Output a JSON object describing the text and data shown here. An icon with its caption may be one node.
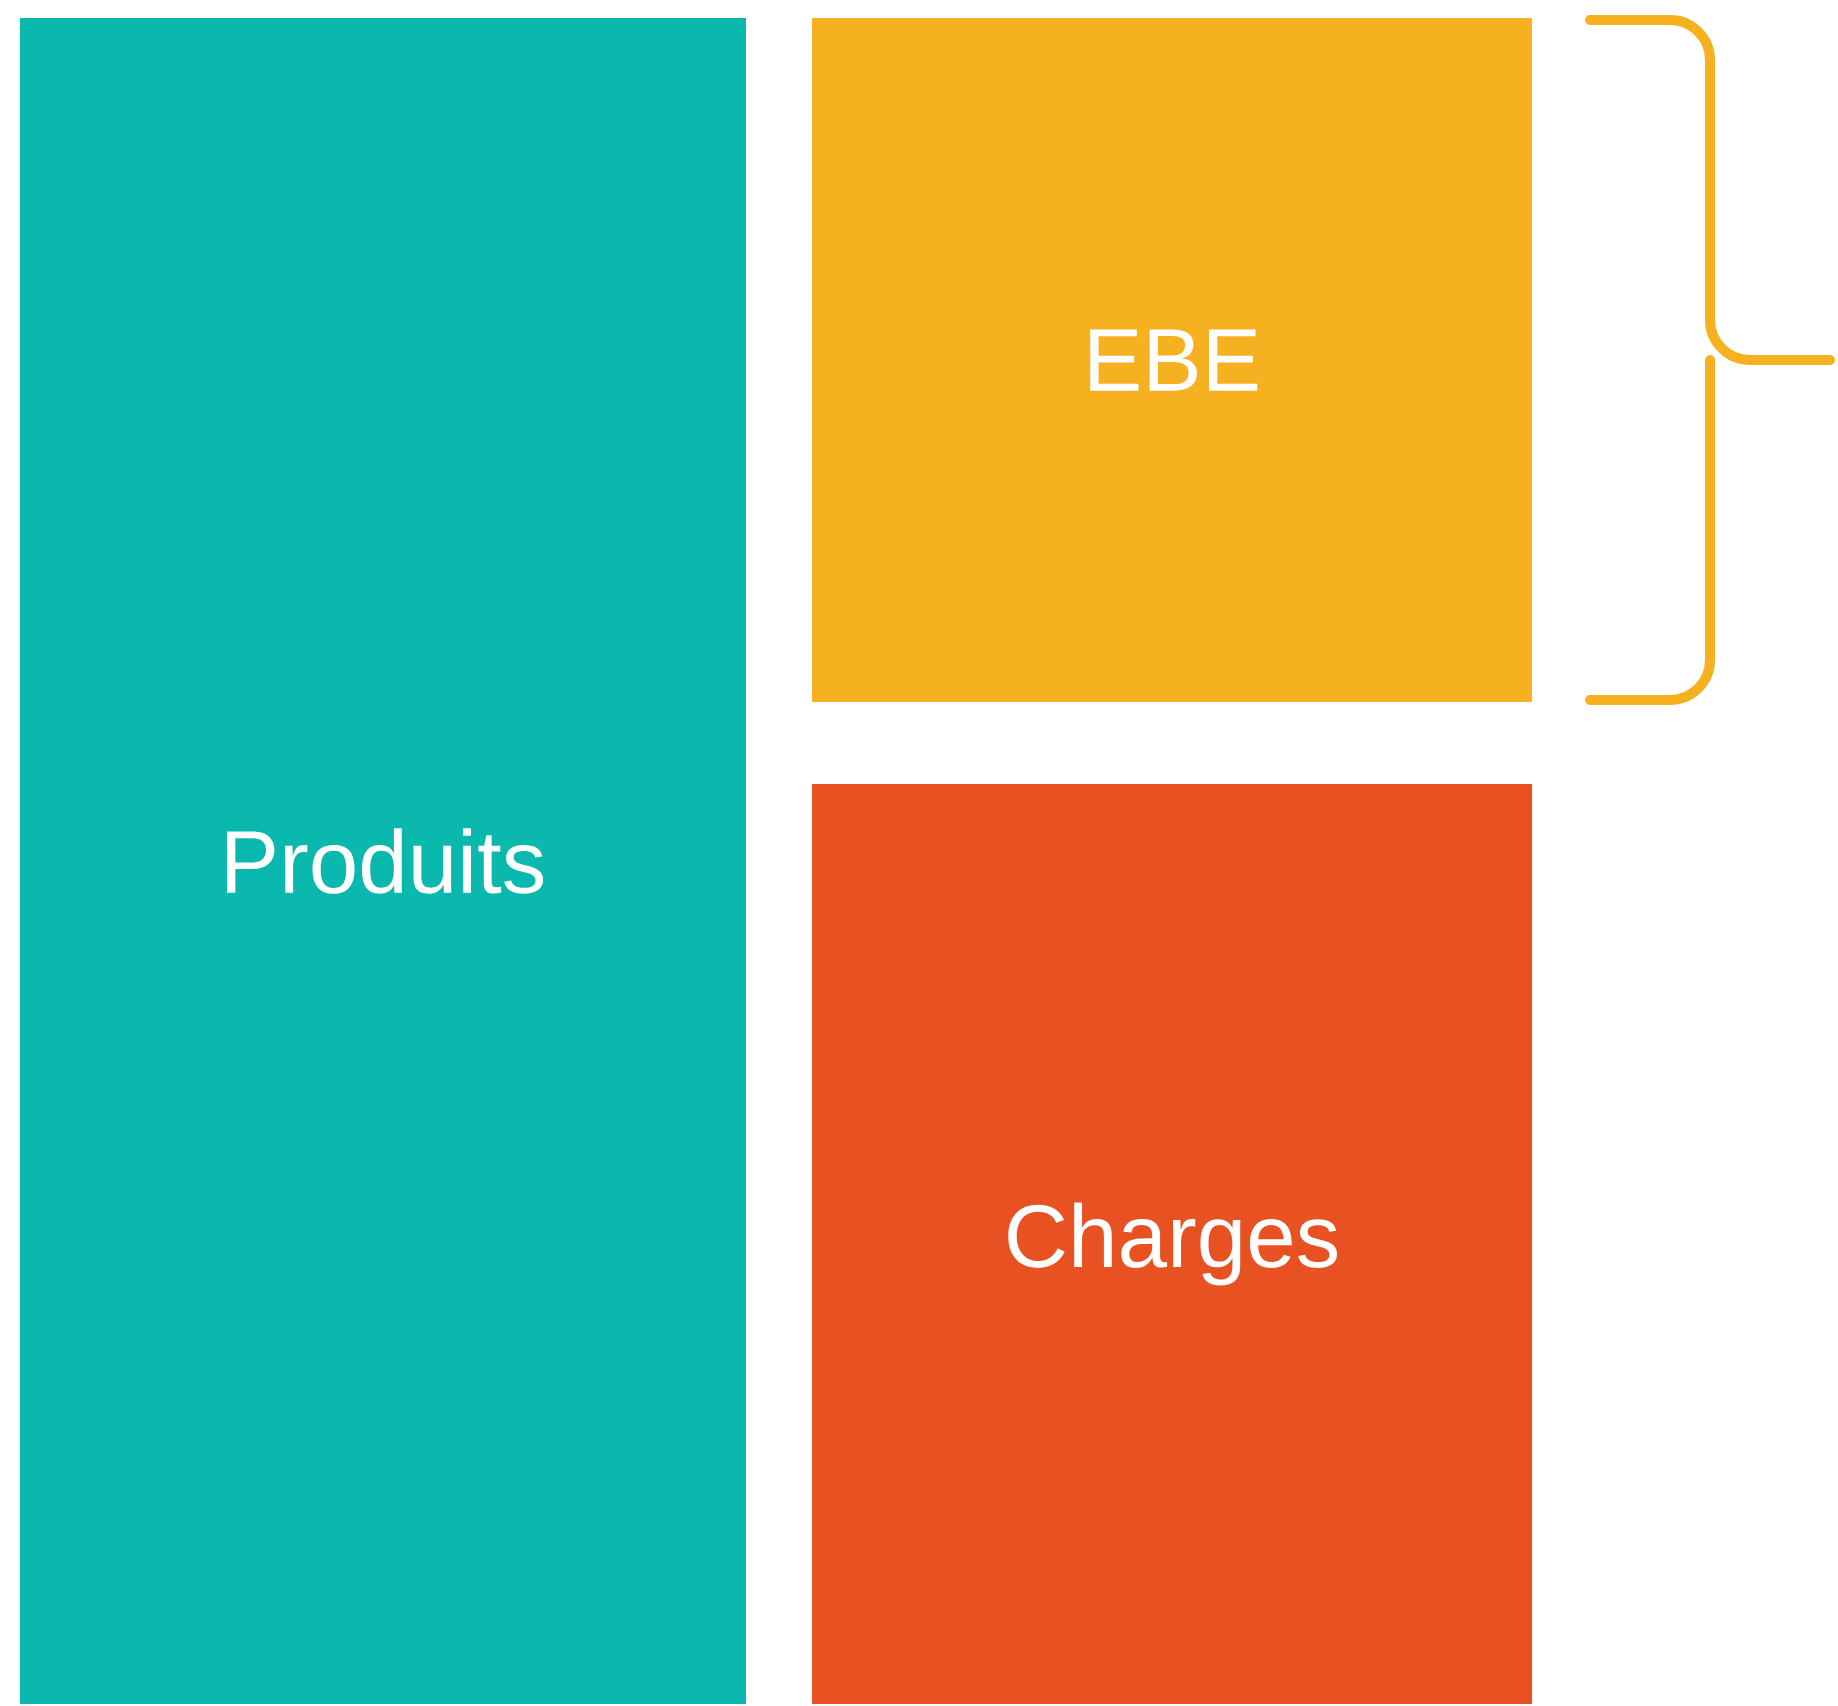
{
  "diagram": {
    "nodes": [
      {
        "text": [
          "Produits"
        ]
      },
      {
        "text": [
          "EBE"
        ]
      },
      {
        "text": [
          "Charges"
        ]
      }
    ]
  }
}
